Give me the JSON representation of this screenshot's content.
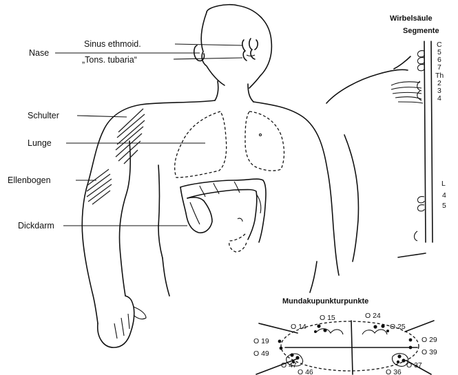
{
  "labels": {
    "sinus": "Sinus ethmoid.",
    "tons": "„Tons. tubaria“",
    "nase": "Nase",
    "schulter": "Schulter",
    "lunge": "Lunge",
    "ellenbogen": "Ellenbogen",
    "dickdarm": "Dickdarm"
  },
  "spine": {
    "title_line1": "Wirbelsäule",
    "title_line2": "Segmente",
    "c": "C",
    "c5": "5",
    "c6": "6",
    "c7": "7",
    "th": "Th",
    "th2": "2",
    "th3": "3",
    "th4": "4",
    "l": "L",
    "l4": "4",
    "l5": "5"
  },
  "mouth": {
    "title": "Mundakupunkturpunkte",
    "p15": "O 15",
    "p24": "O 24",
    "p14": "O 14",
    "p25": "O 25",
    "p19": "O 19",
    "p29": "O 29",
    "p49": "O 49",
    "p39": "O 39",
    "p47": "O 47",
    "p37": "O 37",
    "p46": "O 46",
    "p36": "O 36"
  }
}
